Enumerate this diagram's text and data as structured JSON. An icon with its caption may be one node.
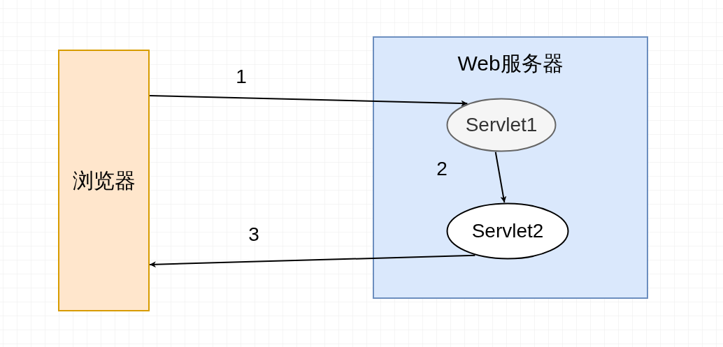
{
  "diagram": {
    "nodes": [
      {
        "text": [
          "浏览器"
        ]
      },
      {
        "text": [
          "Web服务器"
        ]
      },
      {
        "text": [
          "Servlet1"
        ],
        "in": 1
      },
      {
        "text": [
          "Servlet2"
        ],
        "in": 1
      }
    ],
    "edges": [
      {
        "from": 0,
        "to": 2,
        "arrow": "to",
        "label": "1"
      },
      {
        "from": 2,
        "to": 3,
        "arrow": "to",
        "label": "2"
      },
      {
        "from": 3,
        "to": 0,
        "arrow": "to",
        "label": "3"
      }
    ]
  }
}
